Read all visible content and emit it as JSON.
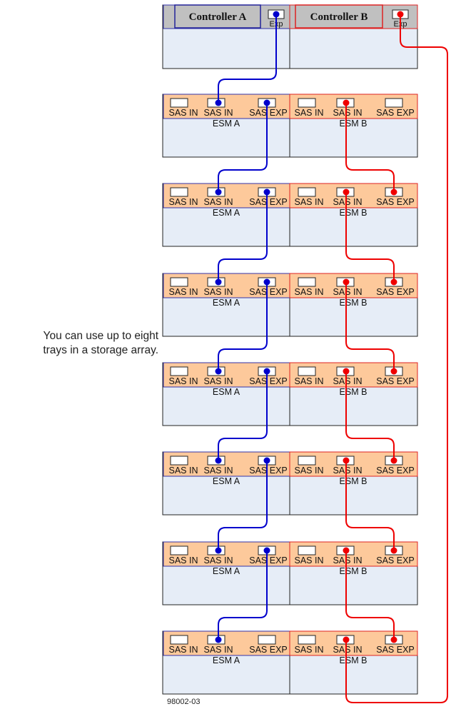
{
  "controller_tray": {
    "controller_a": {
      "label": "Controller A",
      "port_label": "Exp"
    },
    "controller_b": {
      "label": "Controller B",
      "port_label": "Exp"
    }
  },
  "drive_tray_ports": {
    "left_port_1": "SAS IN",
    "left_port_2": "SAS IN",
    "left_port_3": "SAS EXP",
    "right_port_1": "SAS IN",
    "right_port_2": "SAS IN",
    "right_port_3": "SAS EXP"
  },
  "esm_labels": {
    "left": "ESM A",
    "right": "ESM B"
  },
  "drive_tray_count": 7,
  "note_lines": [
    "You can use up to eight",
    "trays in a storage array."
  ],
  "figure_id": "98002-03",
  "colors": {
    "blue_cable": "#0000cc",
    "red_cable": "#ee0000",
    "controller_fill": "#c0c0c0",
    "esm_strip": "#fdc99b",
    "tray_body": "#e6edf7",
    "esm_a_border": "#3333aa",
    "esm_b_border": "#dd2222"
  }
}
